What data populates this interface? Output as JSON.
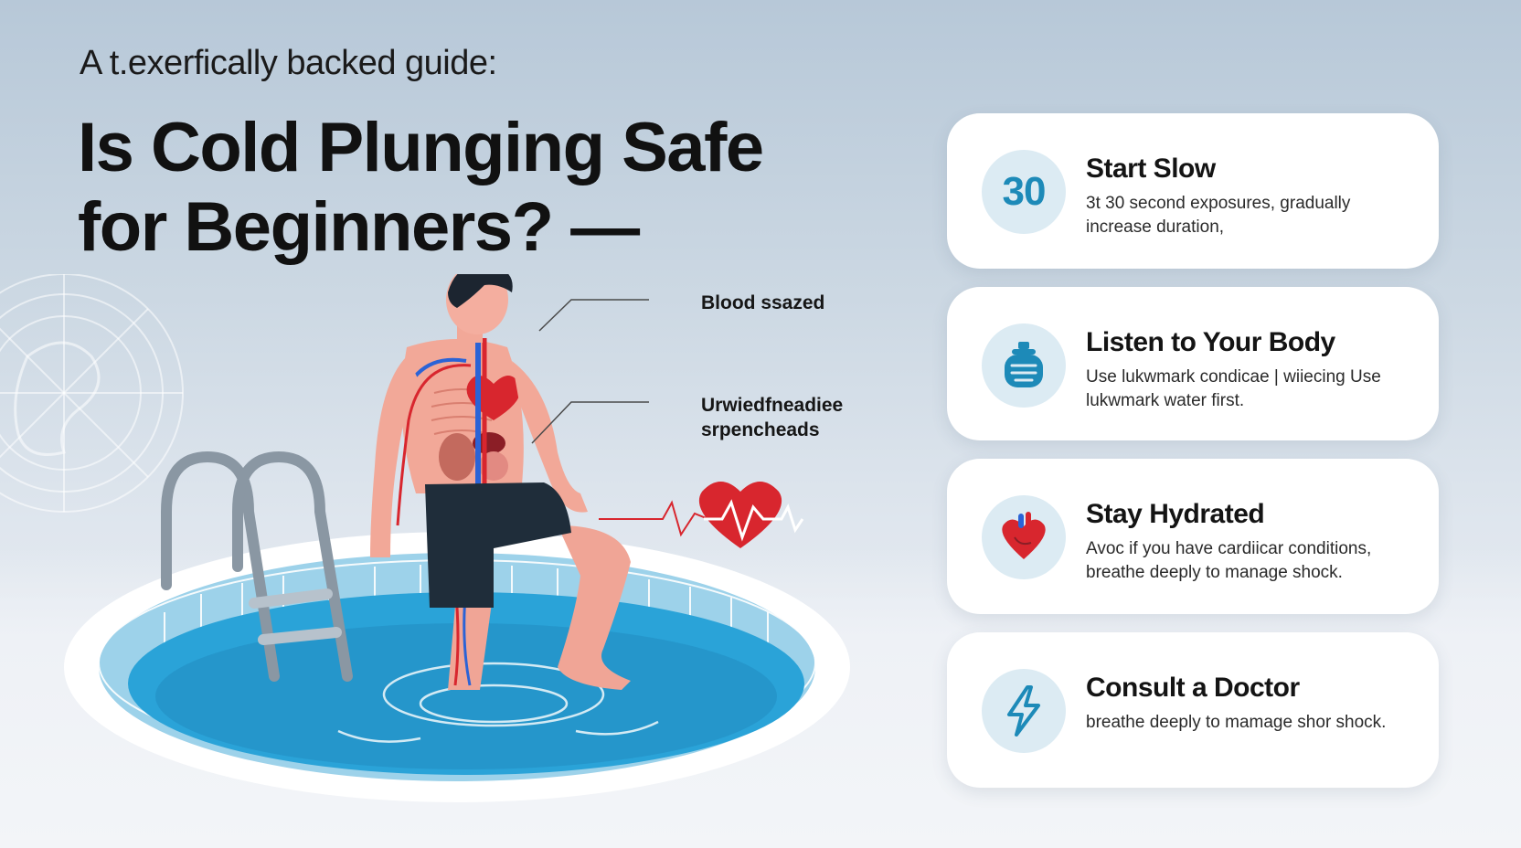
{
  "header": {
    "eyebrow": "A t.exerfically backed guide:",
    "headline": "Is Cold Plunging Safe for Beginners? —"
  },
  "illustration": {
    "callouts": [
      {
        "line1": "Blood ssazed",
        "line2": ""
      },
      {
        "line1": "Urwiedfneadiee",
        "line2": "srpencheads"
      }
    ]
  },
  "cards": [
    {
      "badge": "30",
      "icon": "stopwatch-30-badge",
      "title": "Start Slow",
      "body": "3t 30 second exposures, gradually increase duration,"
    },
    {
      "badge": "",
      "icon": "water-jar-icon",
      "title": "Listen to Your Body",
      "body": "Use lukwmark condicae | wiiecing Use lukwmark water first."
    },
    {
      "badge": "",
      "icon": "heart-icon",
      "title": "Stay Hydrated",
      "body": "Avoc if you have cardiicar conditions, breathe deeply to manage shock."
    },
    {
      "badge": "",
      "icon": "lightning-icon",
      "title": "Consult a Doctor",
      "body": "breathe deeply to mamage shor shock."
    }
  ],
  "colors": {
    "accent_blue": "#1d8ab8",
    "heart_red": "#d8262e",
    "water_blue": "#2aa3d8",
    "card_bg": "#ffffff"
  }
}
